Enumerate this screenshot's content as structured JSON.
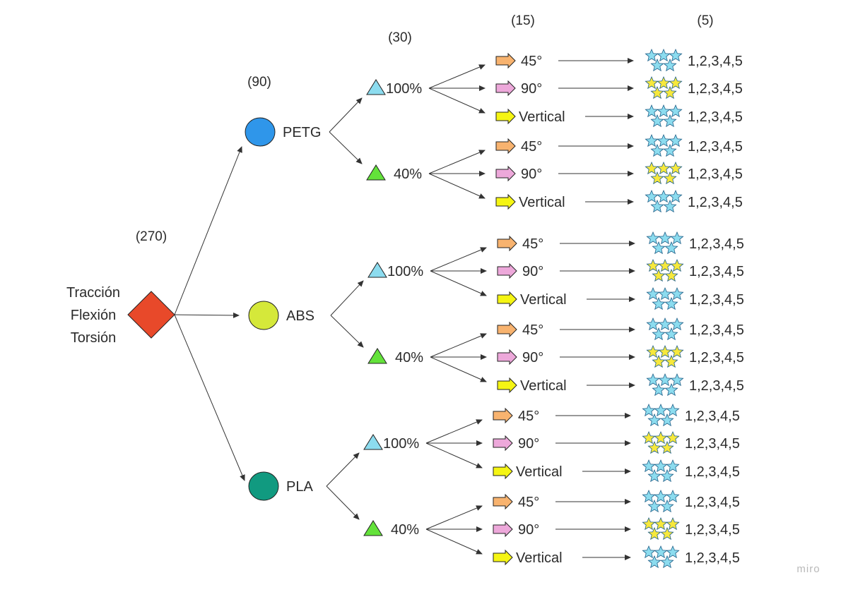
{
  "counts": {
    "root": "(270)",
    "material": "(90)",
    "infill": "(30)",
    "orientation": "(15)",
    "samples": "(5)"
  },
  "root": {
    "lines": [
      "Tracción",
      "Flexión",
      "Torsión"
    ],
    "color": "#e8492a"
  },
  "materials": [
    {
      "name": "PETG",
      "color": "#2f96ea",
      "infills": [
        {
          "label": "100%",
          "color": "#8cdcef",
          "orientations": [
            "45°",
            "90°",
            "Vertical"
          ],
          "samples": "1,2,3,4,5"
        },
        {
          "label": "40%",
          "color": "#63e23a",
          "orientations": [
            "45°",
            "90°",
            "Vertical"
          ],
          "samples": "1,2,3,4,5"
        }
      ]
    },
    {
      "name": "ABS",
      "color": "#d5e83a",
      "infills": [
        {
          "label": "100%",
          "color": "#8cdcef",
          "orientations": [
            "45°",
            "90°",
            "Vertical"
          ],
          "samples": "1,2,3,4,5"
        },
        {
          "label": "40%",
          "color": "#63e23a",
          "orientations": [
            "45°",
            "90°",
            "Vertical"
          ],
          "samples": "1,2,3,4,5"
        }
      ]
    },
    {
      "name": "PLA",
      "color": "#119a80",
      "infills": [
        {
          "label": "100%",
          "color": "#8cdcef",
          "orientations": [
            "45°",
            "90°",
            "Vertical"
          ],
          "samples": "1,2,3,4,5"
        },
        {
          "label": "40%",
          "color": "#63e23a",
          "orientations": [
            "45°",
            "90°",
            "Vertical"
          ],
          "samples": "1,2,3,4,5"
        }
      ]
    }
  ],
  "orientation_colors": {
    "45°": "#f8b36f",
    "90°": "#eda8da",
    "Vertical": "#f5f513"
  },
  "star_colors": {
    "45°": "#8cdcef",
    "90°": "#f7e83c",
    "Vertical": "#8cdcef"
  },
  "watermark": "miro"
}
